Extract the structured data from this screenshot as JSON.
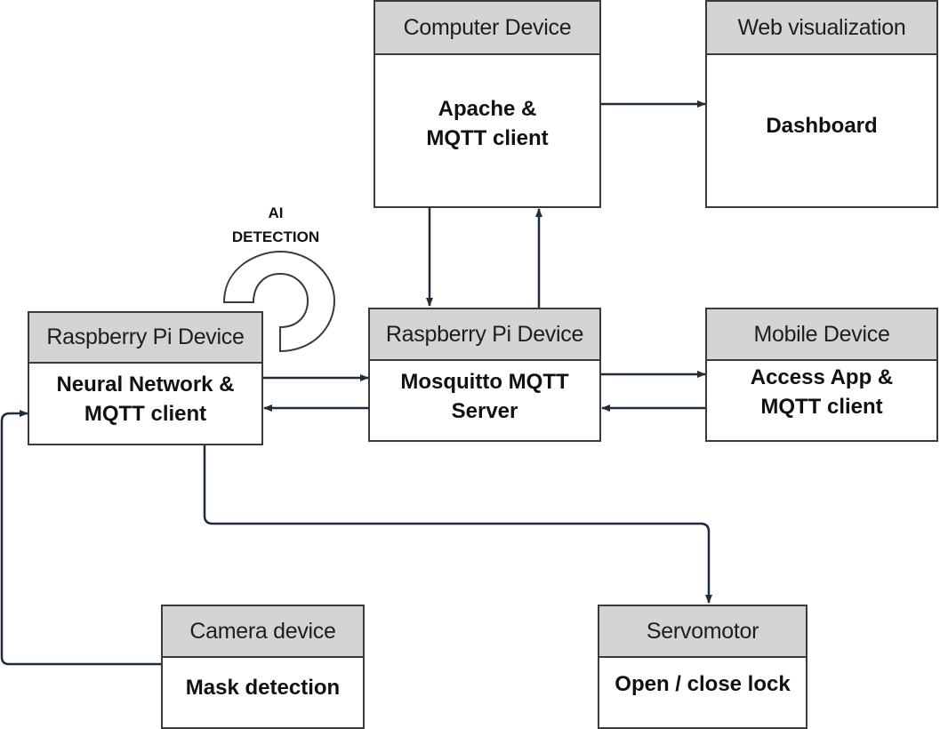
{
  "diagram": {
    "colors": {
      "header_bg": "#d4d4d4",
      "border": "#3a3a3a",
      "arrow": "#1f2d3a"
    },
    "nodes": {
      "computer": {
        "title": "Computer Device",
        "body": [
          "Apache &",
          "MQTT client"
        ]
      },
      "web": {
        "title": "Web visualization",
        "body": [
          "Dashboard"
        ]
      },
      "rpi_nn": {
        "title": "Raspberry Pi Device",
        "body": [
          "Neural Network &",
          "MQTT client"
        ]
      },
      "rpi_broker": {
        "title": "Raspberry Pi Device",
        "body": [
          "Mosquitto MQTT",
          "Server"
        ]
      },
      "mobile": {
        "title": "Mobile Device",
        "body": [
          "Access App &",
          "MQTT client"
        ]
      },
      "camera": {
        "title": "Camera device",
        "body": [
          "Mask detection"
        ]
      },
      "servo": {
        "title": "Servomotor",
        "body": [
          "Open / close lock"
        ]
      }
    },
    "annotation": {
      "line1": "AI",
      "line2": "DETECTION"
    },
    "edges": [
      {
        "from": "computer",
        "to": "web"
      },
      {
        "from": "computer",
        "to": "rpi_broker"
      },
      {
        "from": "rpi_broker",
        "to": "computer"
      },
      {
        "from": "rpi_nn",
        "to": "rpi_broker"
      },
      {
        "from": "rpi_broker",
        "to": "rpi_nn"
      },
      {
        "from": "rpi_broker",
        "to": "mobile"
      },
      {
        "from": "mobile",
        "to": "rpi_broker"
      },
      {
        "from": "rpi_nn",
        "to": "servo"
      },
      {
        "from": "camera",
        "to": "rpi_nn"
      },
      {
        "from": "rpi_nn",
        "to": "rpi_nn",
        "label": "AI DETECTION"
      }
    ]
  }
}
